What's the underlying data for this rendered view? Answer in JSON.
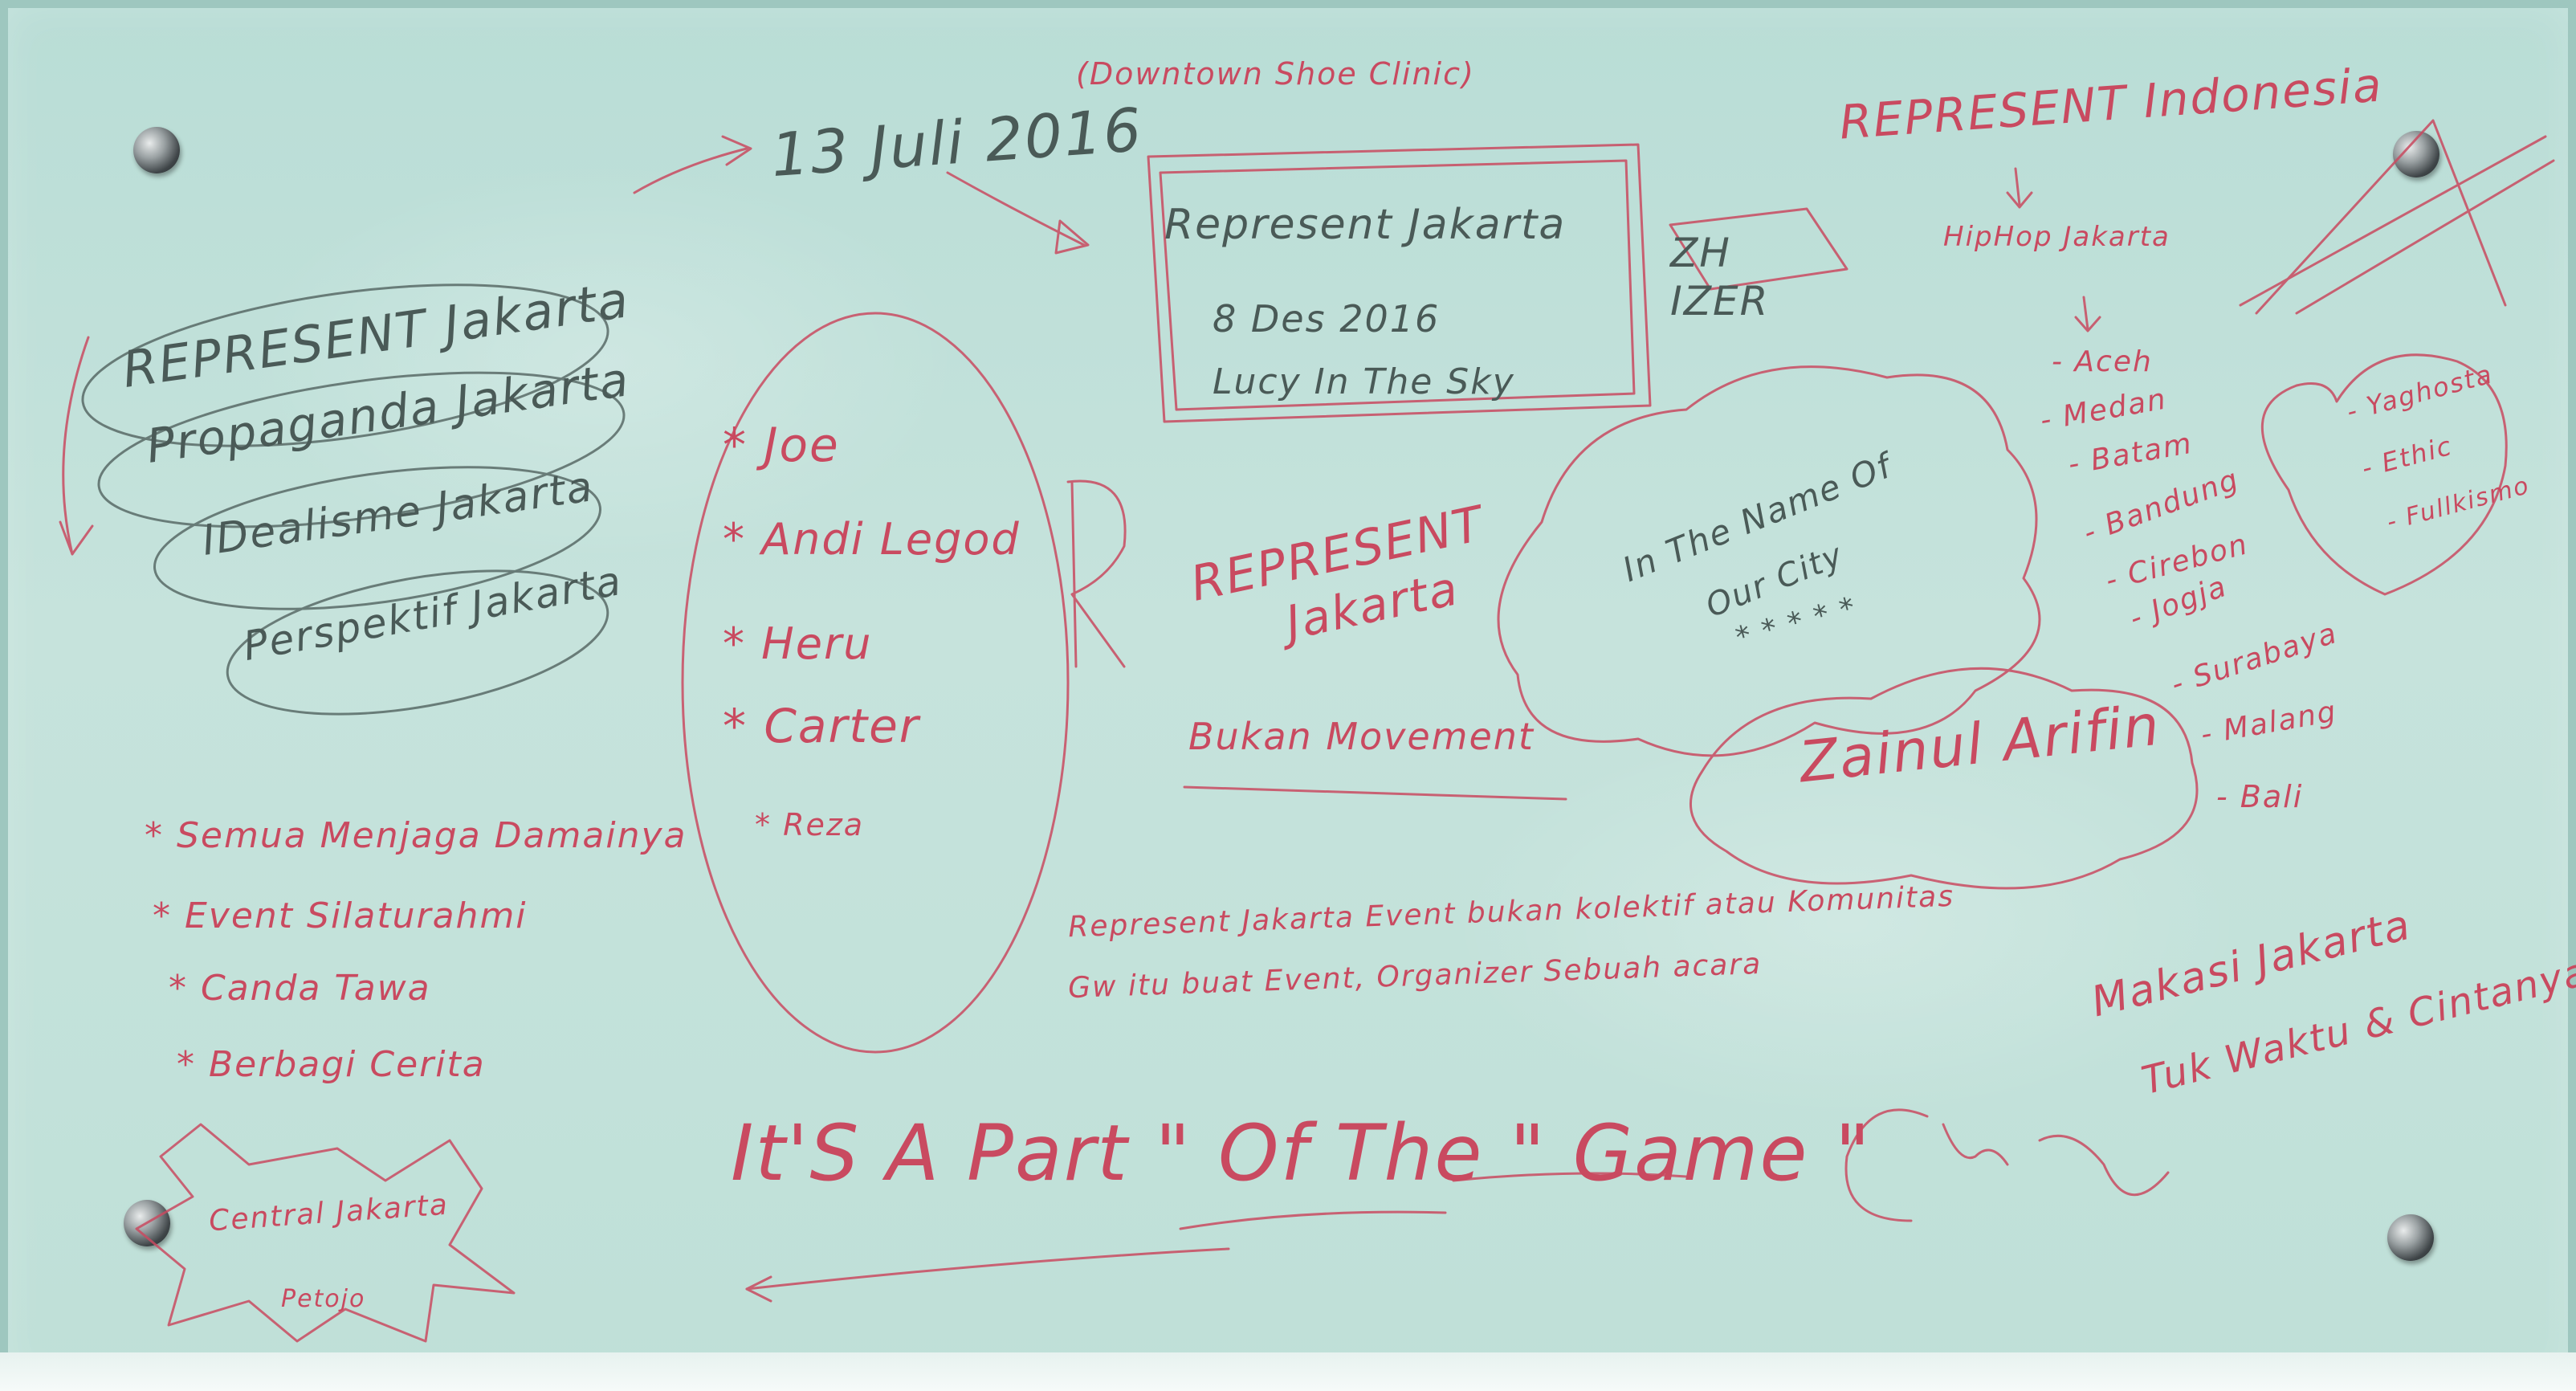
{
  "board": {
    "colors": {
      "glass": "#bfe0d8",
      "red_marker": "#c94a60",
      "dark_marker": "#4a5a57",
      "frame": "#9ec7bf"
    },
    "top_note": "(Downtown Shoe Clinic)",
    "date_top": "13 Juli 2016",
    "left_stack": [
      "REPRESENT Jakarta",
      "Propaganda Jakarta",
      "IDealisme Jakarta",
      "Perspektif Jakarta"
    ],
    "names_list": [
      "* Joe",
      "* Andi Legod",
      "* Heru",
      "* Carter",
      "* Reza"
    ],
    "event_box": [
      "Represent Jakarta",
      "8 Des 2016",
      "Lucy In The Sky"
    ],
    "zhizer": "ZH IZER",
    "center_logo": [
      "REPRESENT",
      "Jakarta"
    ],
    "bukan": "Bukan Movement",
    "cloud_text": [
      "In The Name Of",
      "Our City",
      "* * * * *"
    ],
    "zainul": "Zainul Arifin",
    "indonesia_title": "REPRESENT Indonesia",
    "hiphop": "HipHop Jakarta",
    "cities": [
      "- Aceh",
      "- Medan",
      "- Batam",
      "- Bandung",
      "- Cirebon",
      "- Jogja",
      "- Surabaya",
      "- Malang",
      "- Bali"
    ],
    "heart_list": [
      "- Yaghosta",
      "- Ethic",
      "- Fullkismo"
    ],
    "bullets": [
      "* Semua Menjaga Damainya",
      "* Event Silaturahmi",
      "* Canda Tawa",
      "* Berbagi Cerita"
    ],
    "central": [
      "Central Jakarta",
      "Petojo"
    ],
    "statement": [
      "Represent Jakarta Event bukan kolektif atau Komunitas",
      "Gw itu buat Event, Organizer Sebuah acara"
    ],
    "slogan": "It'S A Part \" Of The \" Game \"",
    "thanks": [
      "Makasi Jakarta",
      "Tuk Waktu & Cintanya"
    ]
  }
}
